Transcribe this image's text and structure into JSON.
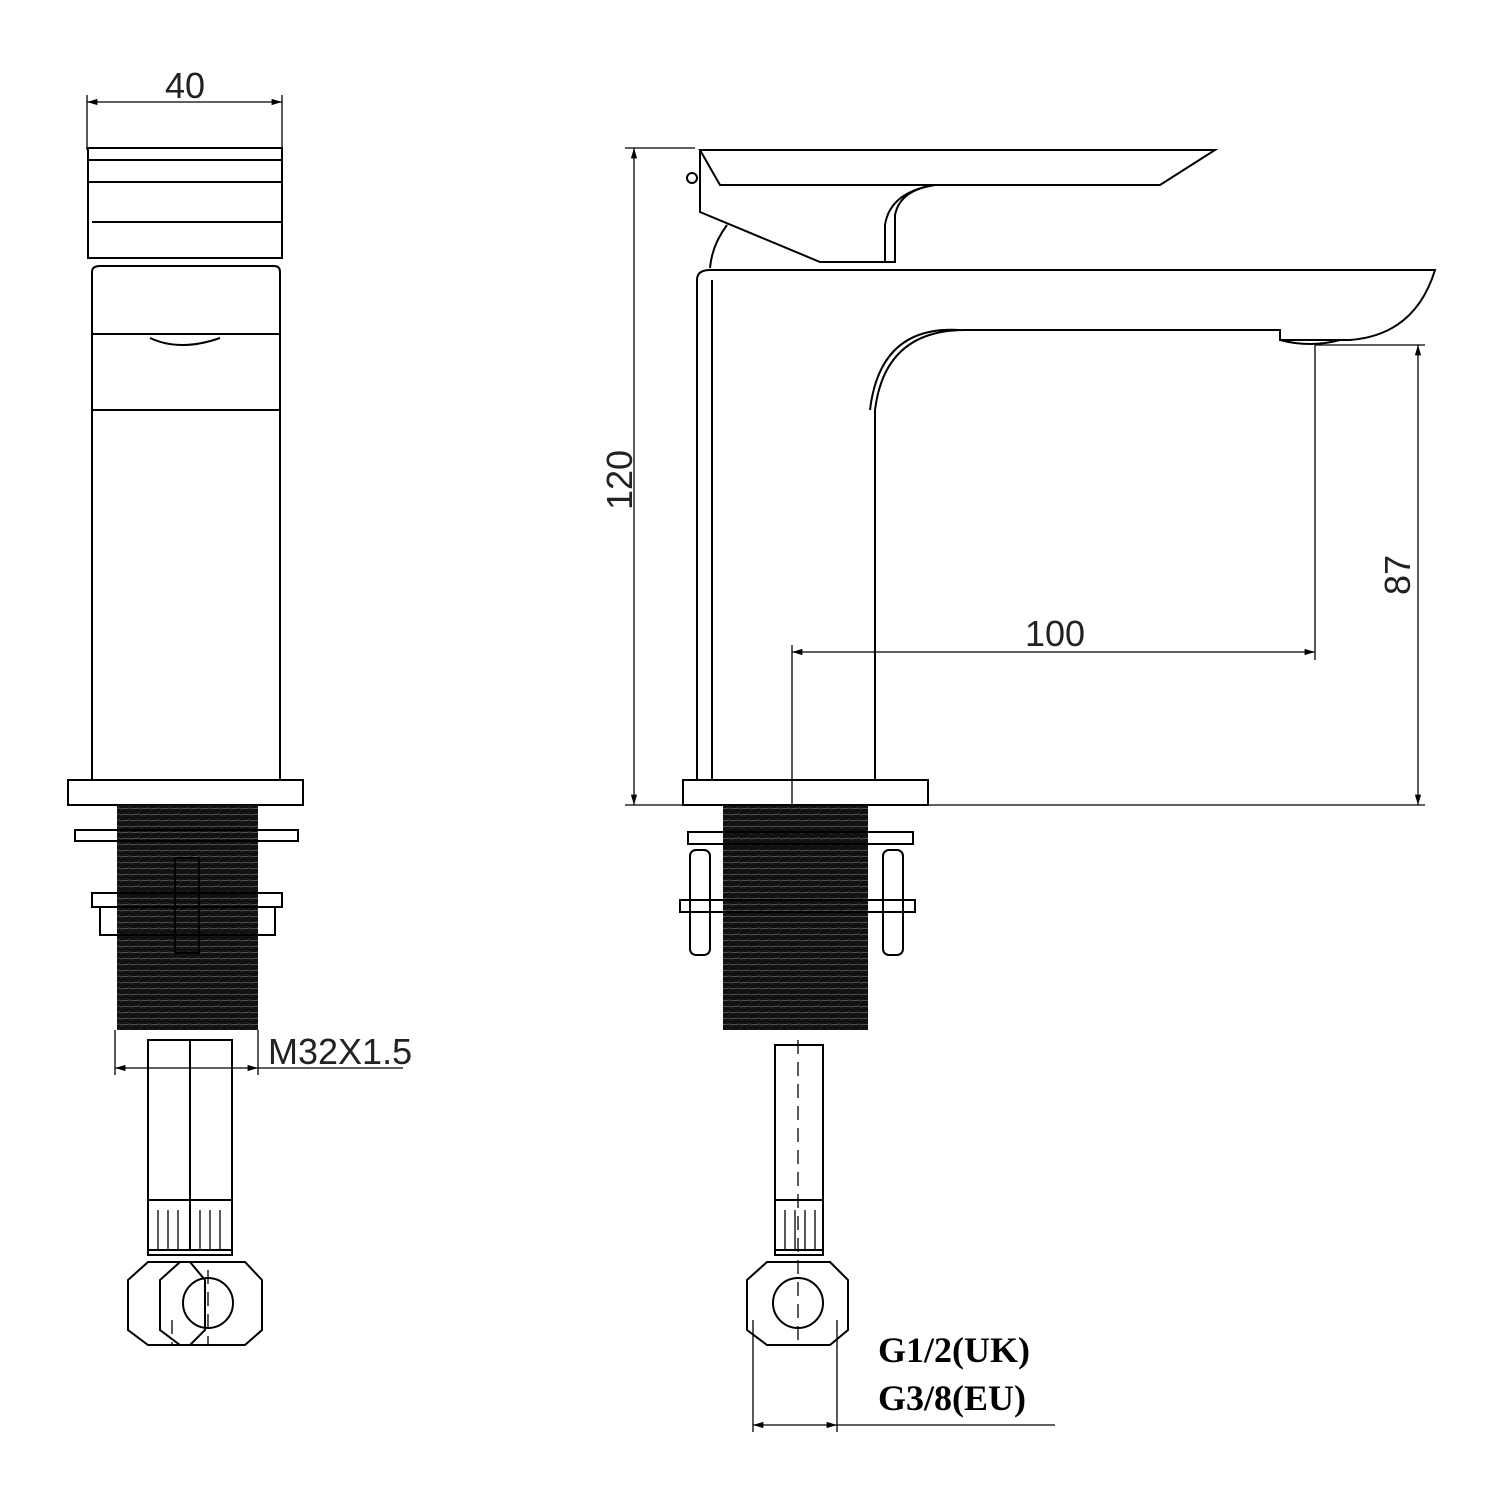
{
  "title": "Basin mixer tap dimension drawing",
  "dimensions": {
    "width": "40",
    "height": "120",
    "spout_height": "87",
    "spout_reach": "100",
    "thread": "M32X1.5",
    "connection_uk": "G1/2(UK)",
    "connection_eu": "G3/8(EU)"
  },
  "colors": {
    "line": "#000000",
    "background": "#ffffff"
  }
}
